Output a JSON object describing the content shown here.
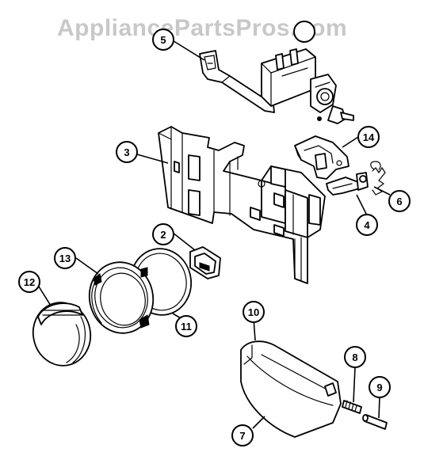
{
  "watermark": "AppliancePartsPros.com",
  "callouts": [
    {
      "id": "callout-5",
      "label": "5"
    },
    {
      "id": "callout-15",
      "label": ""
    },
    {
      "id": "callout-3",
      "label": "3"
    },
    {
      "id": "callout-14",
      "label": "14"
    },
    {
      "id": "callout-6",
      "label": "6"
    },
    {
      "id": "callout-4",
      "label": "4"
    },
    {
      "id": "callout-2",
      "label": "2"
    },
    {
      "id": "callout-13",
      "label": "13"
    },
    {
      "id": "callout-12",
      "label": "12"
    },
    {
      "id": "callout-11",
      "label": "11"
    },
    {
      "id": "callout-10",
      "label": "10"
    },
    {
      "id": "callout-8",
      "label": "8"
    },
    {
      "id": "callout-9",
      "label": "9"
    },
    {
      "id": "callout-7",
      "label": "7"
    }
  ]
}
